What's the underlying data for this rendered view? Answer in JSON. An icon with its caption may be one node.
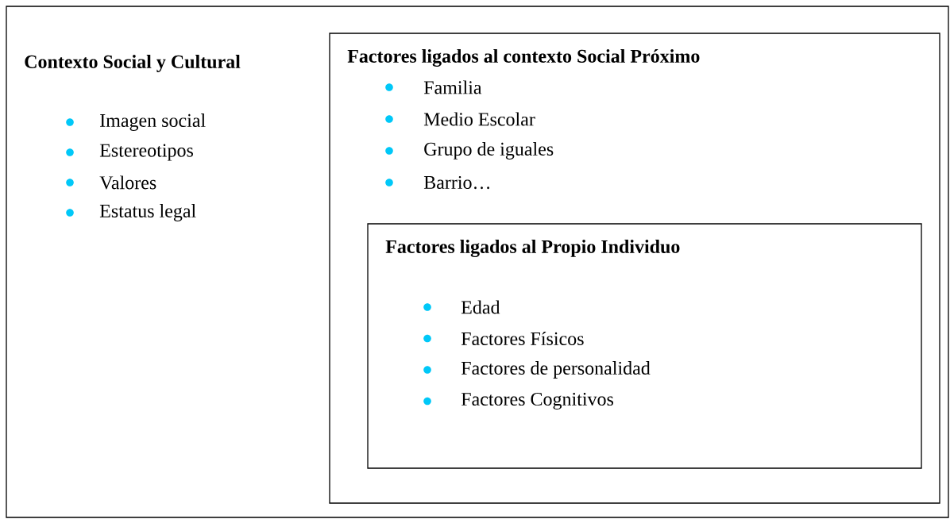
{
  "diagram": {
    "nodes": [
      {
        "text": [
          "Contexto Social y Cultural",
          "Imagen social",
          "Estereotipos",
          "Valores",
          "Estatus legal"
        ]
      },
      {
        "text": [
          "Factores ligados al contexto Social Próximo",
          "Familia",
          "Medio Escolar",
          "Grupo de iguales",
          "Barrio…"
        ],
        "in": 0
      },
      {
        "text": [
          "Factores ligados al Propio Individuo",
          "Edad",
          "Factores Físicos",
          "Factores de personalidad",
          "Factores Cognitivos"
        ],
        "in": 1
      }
    ]
  }
}
